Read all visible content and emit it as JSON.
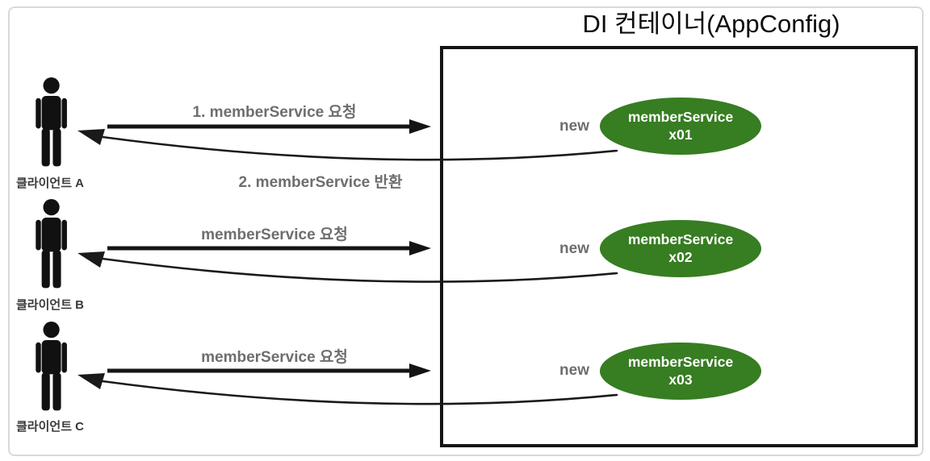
{
  "diagram": {
    "title": "DI 컨테이너(AppConfig)",
    "rows": [
      {
        "client": "클라이언트 A",
        "request": "1. memberService 요청",
        "return": "2. memberService 반환",
        "new": "new",
        "service_name": "memberService",
        "instance": "x01"
      },
      {
        "client": "클라이언트 B",
        "request": "memberService 요청",
        "new": "new",
        "service_name": "memberService",
        "instance": "x02"
      },
      {
        "client": "클라이언트 C",
        "request": "memberService 요청",
        "new": "new",
        "service_name": "memberService",
        "instance": "x03"
      }
    ],
    "colors": {
      "service_fill": "#377D22",
      "service_text": "#FFFFFF",
      "label_gray": "#6E6E6E",
      "line_black": "#141414",
      "frame_gray": "#D9D9D9"
    }
  }
}
